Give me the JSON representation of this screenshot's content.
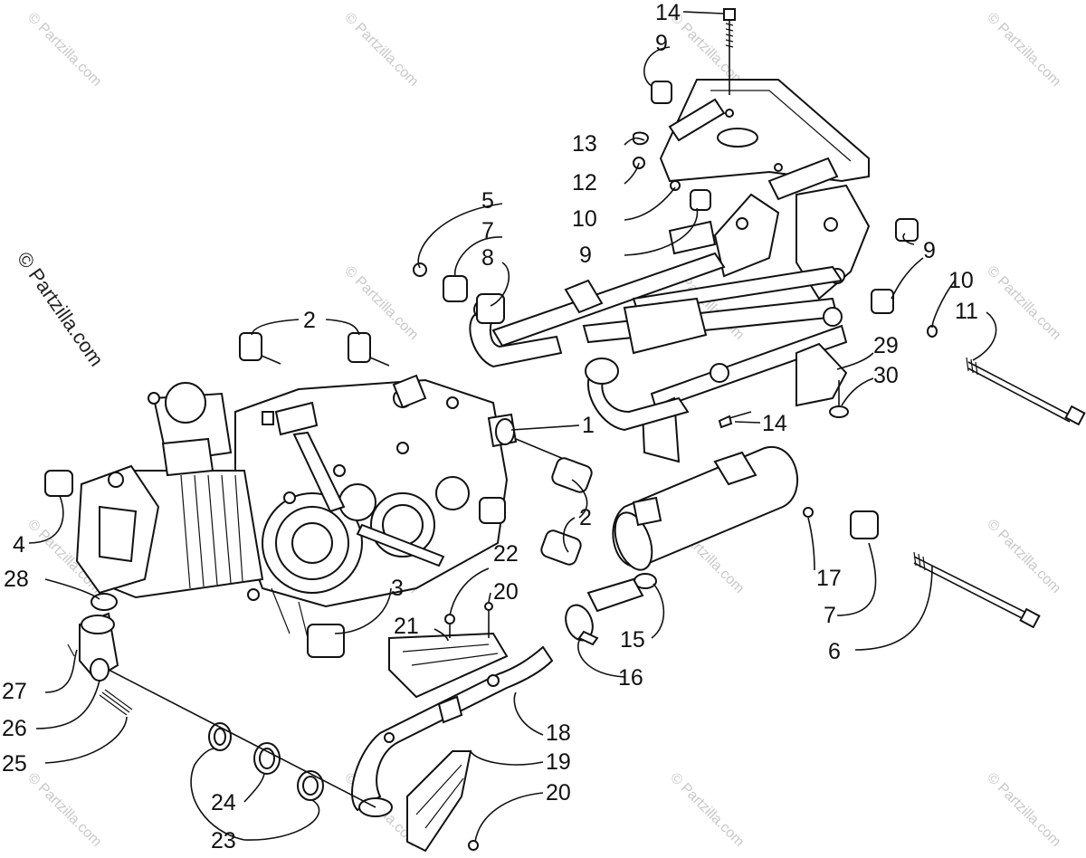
{
  "diagram": {
    "side_watermark": "© Partzilla.com",
    "watermark_text": "© Partzilla.com",
    "callouts": [
      {
        "id": "c14a",
        "text": "14"
      },
      {
        "id": "c9a",
        "text": "9"
      },
      {
        "id": "c13",
        "text": "13"
      },
      {
        "id": "c12",
        "text": "12"
      },
      {
        "id": "c10a",
        "text": "10"
      },
      {
        "id": "c9b",
        "text": "9"
      },
      {
        "id": "c5",
        "text": "5"
      },
      {
        "id": "c7a",
        "text": "7"
      },
      {
        "id": "c8",
        "text": "8"
      },
      {
        "id": "c9c",
        "text": "9"
      },
      {
        "id": "c10b",
        "text": "10"
      },
      {
        "id": "c11",
        "text": "11"
      },
      {
        "id": "c2a",
        "text": "2"
      },
      {
        "id": "c29",
        "text": "29"
      },
      {
        "id": "c30",
        "text": "30"
      },
      {
        "id": "c1",
        "text": "1"
      },
      {
        "id": "c14b",
        "text": "14"
      },
      {
        "id": "c4",
        "text": "4"
      },
      {
        "id": "c2b",
        "text": "2"
      },
      {
        "id": "c28",
        "text": "28"
      },
      {
        "id": "c22",
        "text": "22"
      },
      {
        "id": "c20a",
        "text": "20"
      },
      {
        "id": "c3",
        "text": "3"
      },
      {
        "id": "c17",
        "text": "17"
      },
      {
        "id": "c21",
        "text": "21"
      },
      {
        "id": "c7b",
        "text": "7"
      },
      {
        "id": "c15",
        "text": "15"
      },
      {
        "id": "c6",
        "text": "6"
      },
      {
        "id": "c16",
        "text": "16"
      },
      {
        "id": "c27",
        "text": "27"
      },
      {
        "id": "c26",
        "text": "26"
      },
      {
        "id": "c18",
        "text": "18"
      },
      {
        "id": "c25",
        "text": "25"
      },
      {
        "id": "c19",
        "text": "19"
      },
      {
        "id": "c24",
        "text": "24"
      },
      {
        "id": "c20b",
        "text": "20"
      },
      {
        "id": "c23",
        "text": "23"
      }
    ]
  }
}
